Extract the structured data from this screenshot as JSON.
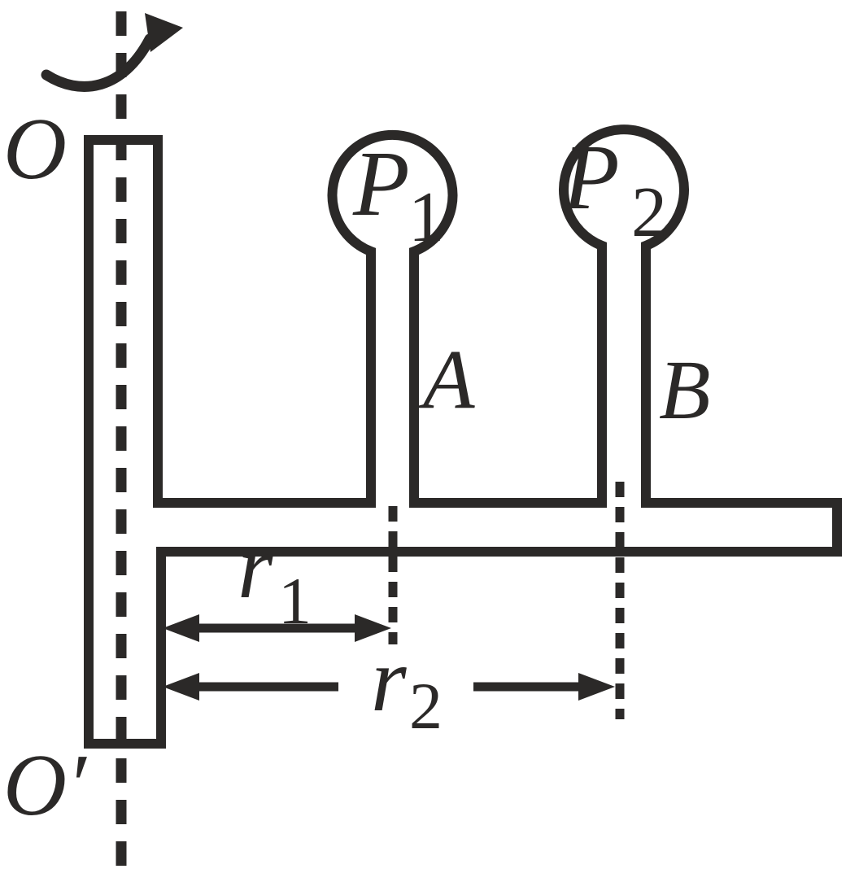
{
  "colors": {
    "ink": "#2b2928",
    "background": "#ffffff"
  },
  "labels": {
    "axis_top": "O",
    "axis_bottom": "O′",
    "sphere1": {
      "letter": "P",
      "subscript": "1"
    },
    "sphere2": {
      "letter": "P",
      "subscript": "2"
    },
    "rod_left": "A",
    "rod_right": "B",
    "radius1": {
      "letter": "r",
      "subscript": "1"
    },
    "radius2": {
      "letter": "r",
      "subscript": "2"
    }
  }
}
